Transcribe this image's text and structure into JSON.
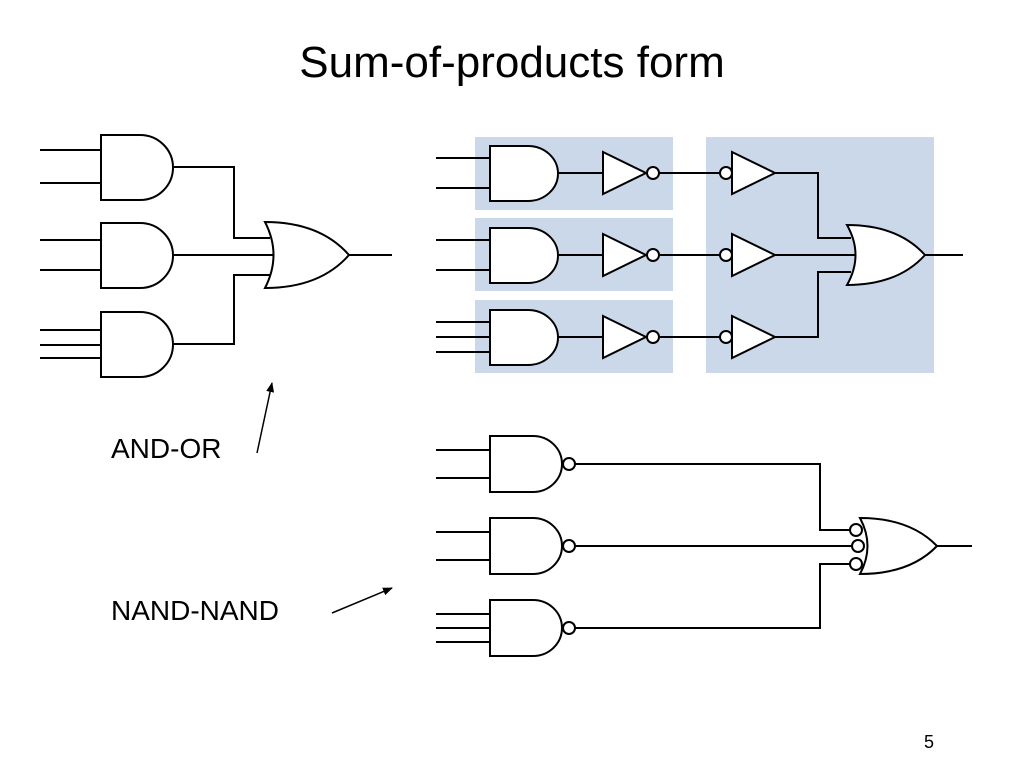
{
  "slide": {
    "title": "Sum-of-products form",
    "page_number": "5"
  },
  "labels": {
    "and_or": "AND-OR",
    "nand_nand": "NAND-NAND"
  },
  "colors": {
    "highlight_fill": "#cbd8ea",
    "line": "#000000",
    "background": "#ffffff"
  },
  "circuits": [
    {
      "name": "AND-OR",
      "gates": [
        "and-gate",
        "and-gate",
        "and-gate",
        "or-gate"
      ]
    },
    {
      "name": "AND-NOT-NOT-OR",
      "gates": [
        "and-gate",
        "and-gate",
        "and-gate",
        "not-gate",
        "not-gate",
        "not-gate",
        "not-gate",
        "not-gate",
        "not-gate",
        "or-gate"
      ]
    },
    {
      "name": "NAND-NAND",
      "gates": [
        "nand-gate",
        "nand-gate",
        "nand-gate",
        "or-gate-inverted-inputs"
      ]
    }
  ]
}
